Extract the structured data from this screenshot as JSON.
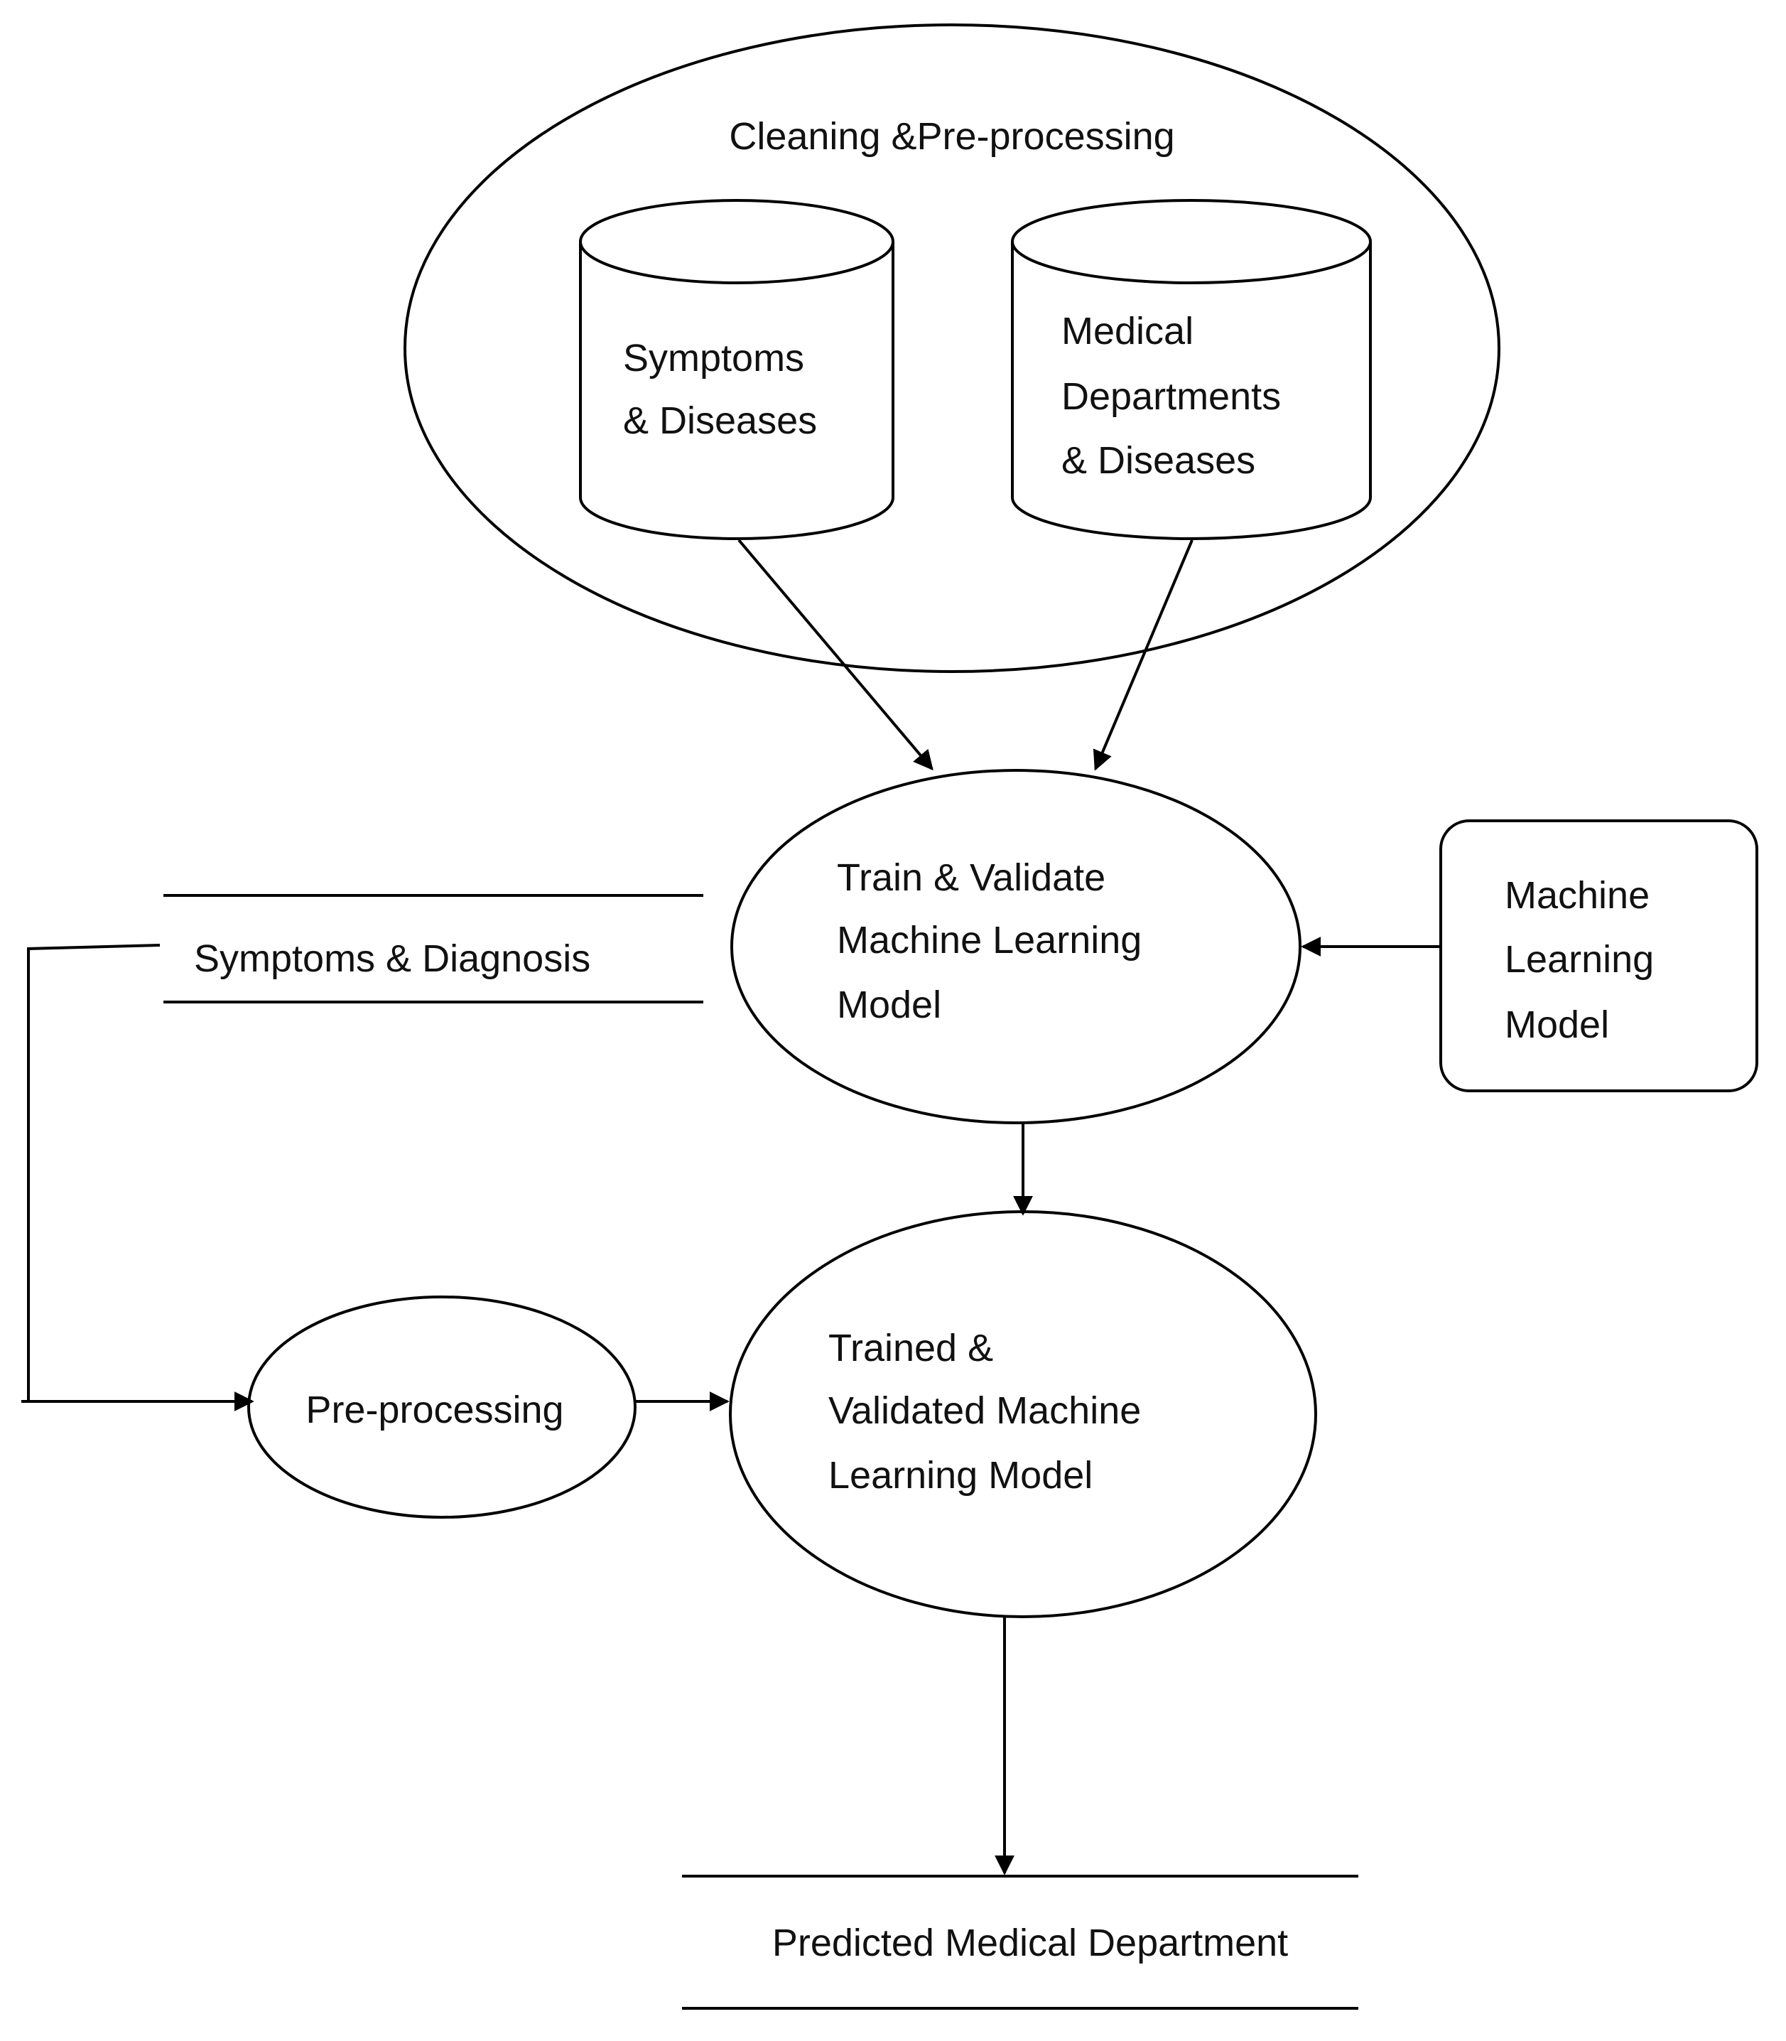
{
  "diagram": {
    "colors": {
      "stroke": "#000000",
      "text": "#111111",
      "background": "#ffffff"
    },
    "nodes": {
      "cleaning": {
        "label": "Cleaning &Pre-processing"
      },
      "symptoms_diseases_db": {
        "lines": [
          "Symptoms",
          "& Diseases"
        ]
      },
      "medical_departments_db": {
        "lines": [
          "Medical",
          "Departments",
          "& Diseases"
        ]
      },
      "train_validate": {
        "lines": [
          "Train & Validate",
          "Machine Learning",
          "Model"
        ]
      },
      "machine_learning_model": {
        "lines": [
          "Machine",
          "Learning",
          "Model"
        ]
      },
      "symptoms_diagnosis": {
        "label": "Symptoms & Diagnosis"
      },
      "pre_processing": {
        "label": "Pre-processing"
      },
      "trained_validated": {
        "lines": [
          "Trained &",
          "Validated Machine",
          "Learning Model"
        ]
      },
      "predicted_department": {
        "label": "Predicted Medical Department"
      }
    }
  }
}
